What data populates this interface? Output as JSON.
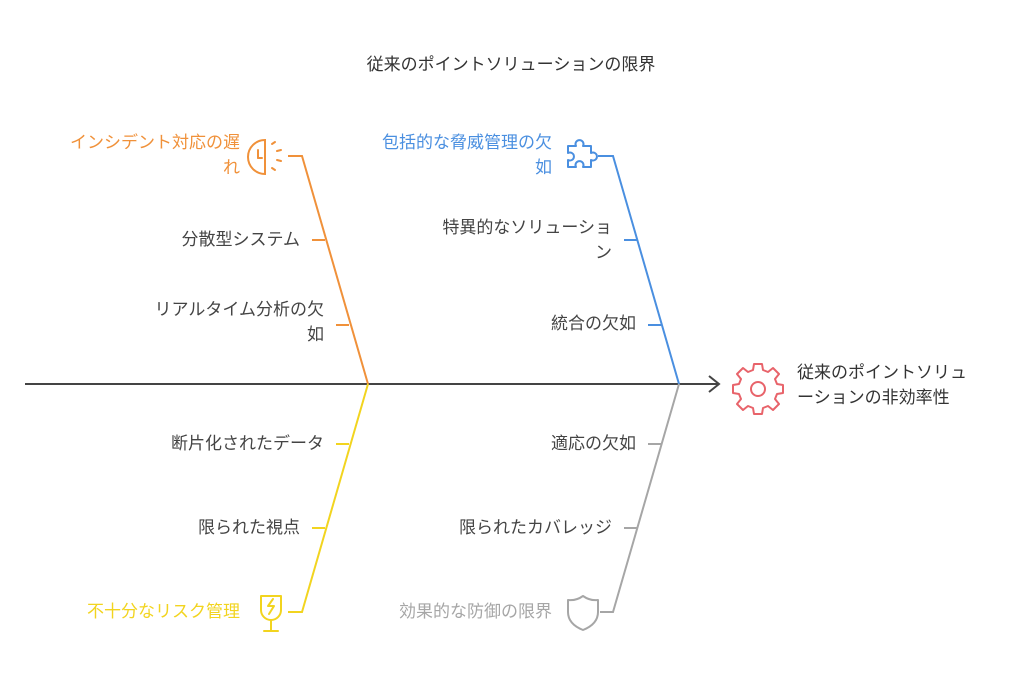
{
  "title": "従来のポイントソリューションの限界",
  "effect": {
    "line1": "従来のポイントソリュ",
    "line2": "ーションの非効率性",
    "icon": "gear-icon"
  },
  "categories": [
    {
      "id": "incident",
      "color": "#F0913A",
      "icon": "broken-clock-icon",
      "title_line1": "インシデント対応の遅",
      "title_line2": "れ",
      "causes": [
        {
          "line1": "分散型システム"
        },
        {
          "line1": "リアルタイム分析の欠",
          "line2": "如"
        }
      ]
    },
    {
      "id": "threat",
      "color": "#4A8FE0",
      "icon": "puzzle-icon",
      "title_line1": "包括的な脅威管理の欠",
      "title_line2": "如",
      "causes": [
        {
          "line1": "特異的なソリューショ",
          "line2": "ン"
        },
        {
          "line1": "統合の欠如"
        }
      ]
    },
    {
      "id": "risk",
      "color": "#F2D41F",
      "icon": "broken-glass-icon",
      "title_line1": "不十分なリスク管理",
      "causes": [
        {
          "line1": "断片化されたデータ"
        },
        {
          "line1": "限られた視点"
        }
      ]
    },
    {
      "id": "defense",
      "color": "#A6A6A6",
      "icon": "shield-icon",
      "title_line1": "効果的な防御の限界",
      "causes": [
        {
          "line1": "適応の欠如"
        },
        {
          "line1": "限られたカバレッジ"
        }
      ]
    }
  ]
}
